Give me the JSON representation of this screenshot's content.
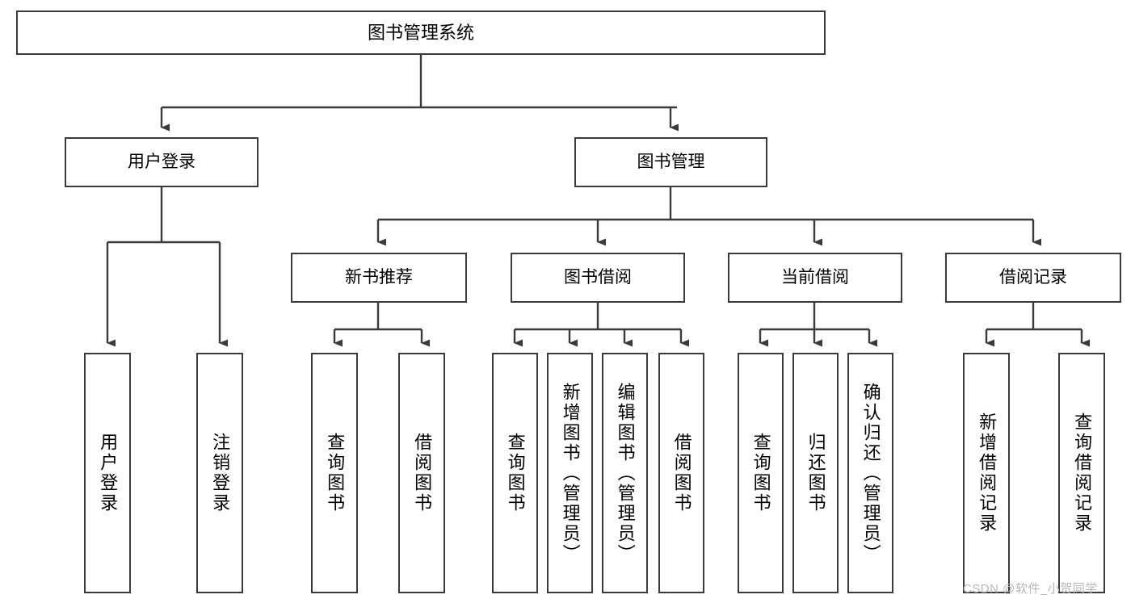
{
  "diagram": {
    "title": "图书管理系统",
    "type": "tree-hierarchy-diagram",
    "style": {
      "box_border_color": "#3a3a3a",
      "box_fill_color": "#ffffff",
      "line_color": "#3a3a3a",
      "text_color": "#000000",
      "background_color": "#ffffff",
      "watermark_color": "#b8b8b8"
    },
    "root": {
      "label": "图书管理系统"
    },
    "level1": [
      {
        "label": "用户登录"
      },
      {
        "label": "图书管理"
      }
    ],
    "level2": [
      {
        "label": "新书推荐"
      },
      {
        "label": "图书借阅"
      },
      {
        "label": "当前借阅"
      },
      {
        "label": "借阅记录"
      }
    ],
    "leaves": {
      "user_login": [
        {
          "label": "用户登录"
        },
        {
          "label": "注销登录"
        }
      ],
      "new_book_recommend": [
        {
          "label": "查询图书"
        },
        {
          "label": "借阅图书"
        }
      ],
      "book_borrow": [
        {
          "label": "查询图书"
        },
        {
          "label": "新增图书（管理员）"
        },
        {
          "label": "编辑图书（管理员）"
        },
        {
          "label": "借阅图书"
        }
      ],
      "current_borrow": [
        {
          "label": "查询图书"
        },
        {
          "label": "归还图书"
        },
        {
          "label": "确认归还（管理员）"
        }
      ],
      "borrow_record": [
        {
          "label": "新增借阅记录"
        },
        {
          "label": "查询借阅记录"
        }
      ]
    },
    "watermark": "CSDN @软件_小贺同学"
  }
}
